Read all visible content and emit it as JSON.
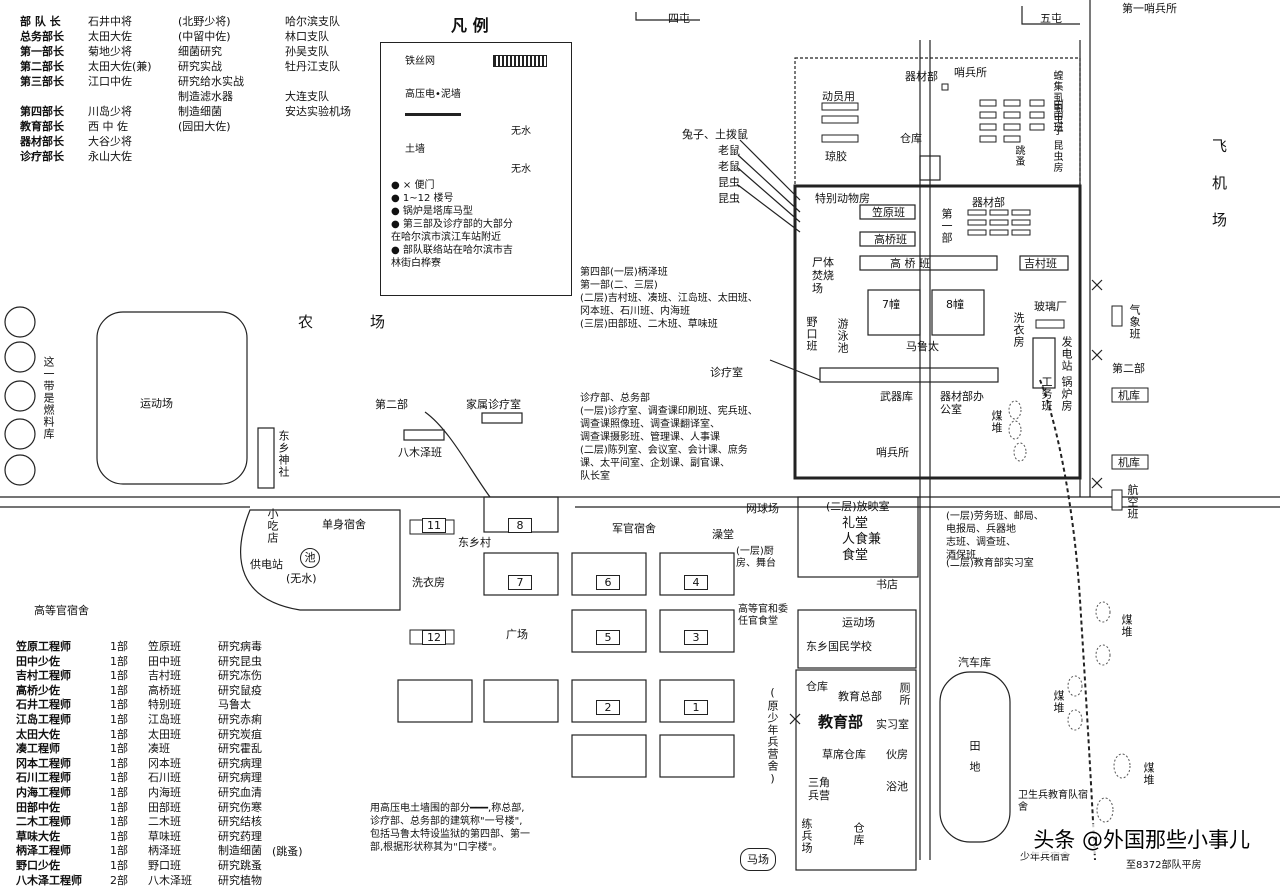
{
  "legend": {
    "title": "凡  例",
    "items": [
      "铁丝网",
      "高压电•泥墙",
      "无水",
      "土墙",
      "无水"
    ],
    "notes": [
      "●  ×  便门",
      "●  1~12  楼号",
      "●  锅炉是塔库马型",
      "●  第三部及诊疗部的大部分",
      "    在哈尔滨市滨江车站附近",
      "●  部队联络站在哈尔滨市吉",
      "    林街白桦寮"
    ]
  },
  "personnel_top": {
    "roles": [
      "部 队 长",
      "总务部长",
      "第一部长",
      "第二部长",
      "第三部长",
      "",
      "第四部长",
      "教育部长",
      "器材部长",
      "诊疗部长"
    ],
    "names": [
      "石井中将",
      "太田大佐",
      "菊地少将",
      "太田大佐(兼)",
      "江口中佐",
      "",
      "川岛少将",
      "西 中 佐",
      "大谷少将",
      "永山大佐"
    ],
    "notes": [
      "(北野少将)",
      "(中留中佐)",
      "细菌研究",
      "研究实战",
      "研究给水实战",
      "制造滤水器",
      "制造细菌",
      "(园田大佐)"
    ],
    "branches": [
      "哈尔滨支队",
      "林口支队",
      "孙吴支队",
      "牡丹江支队",
      "",
      "大连支队",
      "安达实验机场"
    ]
  },
  "personnel_bottom": {
    "names": [
      "笠原工程师",
      "田中少佐",
      "吉村工程师",
      "高桥少佐",
      "石井工程师",
      "江岛工程师",
      "太田大佐",
      "凑工程师",
      "冈本工程师",
      "石川工程师",
      "内海工程师",
      "田部中佐",
      "二木工程师",
      "草味大佐",
      "柄泽工程师",
      "野口少佐",
      "八木泽工程师"
    ],
    "depts": [
      "1部",
      "1部",
      "1部",
      "1部",
      "1部",
      "1部",
      "1部",
      "1部",
      "1部",
      "1部",
      "1部",
      "1部",
      "1部",
      "1部",
      "1部",
      "1部",
      "2部"
    ],
    "teams": [
      "笠原班",
      "田中班",
      "吉村班",
      "高桥班",
      "特别班",
      "江岛班",
      "太田班",
      "凑班",
      "冈本班",
      "石川班",
      "内海班",
      "田部班",
      "二木班",
      "草味班",
      "柄泽班",
      "野口班",
      "八木泽班"
    ],
    "research": [
      "研究病毒",
      "研究昆虫",
      "研究冻伤",
      "研究鼠疫",
      "马鲁太",
      "研究赤痢",
      "研究炭疽",
      "研究霍乱",
      "研究病理",
      "研究病理",
      "研究血清",
      "研究伤寒",
      "研究结核",
      "研究药理",
      "制造细菌",
      "研究跳蚤",
      "研究植物"
    ],
    "research_note": "(跳蚤)"
  },
  "places": {
    "sitian": "四屯",
    "wutun": "五屯",
    "sentry1": "第一哨兵所",
    "farm1": "农",
    "farm2": "场",
    "fuel": "这一带是燃料库",
    "sports": "运动场",
    "shrine": "东乡神社",
    "part2": "第二部",
    "family_clinic": "家属诊疗室",
    "yagisawa": "八木泽班",
    "airfield": "飞机场",
    "weather": "气象班",
    "part2r": "第二部",
    "hangar1": "机库",
    "hangar2": "机库",
    "aviation": "航空班",
    "mobile": "动员用",
    "gelatin": "琼胶",
    "warehouse": "仓库",
    "equip_top": "器材部",
    "sentry_top": "哨兵所",
    "insect_farm": "蝗集虱虱虫子",
    "tanaka_team": "田中班",
    "insect_house": "昆虫房",
    "flea": "跳蚤",
    "animals_label": "兔子、土拨鼠",
    "rat1": "老鼠",
    "rat2": "老鼠",
    "insect1": "昆虫",
    "insect2": "昆虫",
    "special_animal": "特别动物房",
    "kasahara": "笠原班",
    "takahashi": "高桥班",
    "part1": "第一部",
    "equip2": "器材部",
    "corpse": "尸体焚烧场",
    "takahashi_long": "高  桥  班",
    "yoshimura": "吉村班",
    "b7": "7幢",
    "b8": "8幢",
    "maruta": "马鲁太",
    "noguchi": "野口班",
    "pool": "游泳池",
    "laundry_r": "洗衣房",
    "glass": "玻璃厂",
    "power": "发电站",
    "boiler": "锅炉房",
    "crafts": "工务班",
    "part4_lines": [
      "第四部(一层)柄泽班",
      "第一部(二、三层)",
      "(二层)吉村班、凑班、江岛班、太田班、",
      "     冈本班、石川班、内海班",
      "(三层)田部班、二木班、草味班"
    ],
    "clinic": "诊疗室",
    "admin_lines": [
      "诊疗部、总务部",
      "(一层)诊疗室、调查课印刷班、宪兵班、",
      "     调查课照像班、调查课翻译室、",
      "     调查课摄影班、管理课、人事课",
      "(二层)陈列室、会议室、会计课、庶务",
      "     课、太平间室、企划课、副官课、",
      "     队长室"
    ],
    "armory": "武器库",
    "equip_office": "器材部办公室",
    "sentry_mid": "哨兵所",
    "coal1": "煤堆",
    "coal2": "煤堆",
    "coal3": "煤堆",
    "coal4": "煤堆",
    "snack": "小吃店",
    "single_dorm": "单身宿舍",
    "pond": "池",
    "pond_note": "(无水)",
    "power_supply": "供电站",
    "donggou": "东乡村",
    "laundry": "洗衣房",
    "square": "广场",
    "officer_dorm": "军官宿舍",
    "bath": "澡堂",
    "kitchen_note": "(一层)厨房、舞台",
    "high_officer": "高等官和委任官食堂",
    "tennis": "网球场",
    "cinema": "(二层)放映室",
    "hall": "礼堂 人食兼 食堂",
    "bookstore": "书店",
    "lobby_lines": [
      "(一层)劳务班、邮局、",
      "     电报局、兵器地",
      "     志班、调查班、",
      "     酒保班"
    ],
    "classroom": "(二层)教育部实习室",
    "high_dorm": "高等官宿舍",
    "sports2": "运动场",
    "school": "东乡国民学校",
    "garage": "汽车库",
    "ware2": "仓库",
    "edu_main": "教育总部",
    "toilet": "厕所",
    "edu": "教育部",
    "practice": "实习室",
    "barn": "草席仓库",
    "mess": "伙房",
    "tri": "三角兵营",
    "bathhouse": "浴池",
    "youth_barracks": "(原少年兵营舍)",
    "drill": "练兵场",
    "ware3": "仓库",
    "field": "田地",
    "medic_dorm": "卫生兵教育队宿舍",
    "youth_dorm": "少年兵宿舍",
    "horse": "马场",
    "to_pingfang": "至8372部队平房",
    "bottom_note": [
      "用高压电土墙围的部分━━━,称总部,",
      "诊疗部、总务部的建筑称\"一号楼\",",
      "包括马鲁太特设监狱的第四部、第一",
      "部,根据形状称其为\"口字楼\"。"
    ]
  },
  "building_numbers": [
    "11",
    "8",
    "7",
    "6",
    "4",
    "12",
    "5",
    "3",
    "2",
    "1"
  ],
  "watermark": "头条 @外国那些小事儿"
}
